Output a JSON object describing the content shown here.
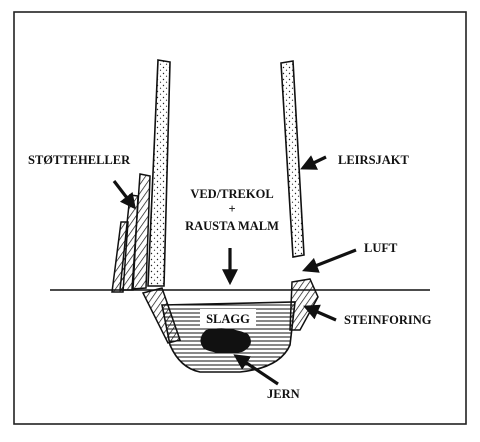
{
  "diagram": {
    "labels": {
      "support_slabs": "STØTTEHELLER",
      "clay_shaft": "LEIRSJAKT",
      "charge_line1": "VED/TREKOL",
      "charge_plus": "+",
      "charge_line2": "RAUSTA MALM",
      "air": "LUFT",
      "slag": "SLAGG",
      "stone_lining": "STEINFORING",
      "iron": "JERN"
    },
    "colors": {
      "ink": "#111111",
      "paper": "#ffffff",
      "frame": "#222222"
    }
  }
}
